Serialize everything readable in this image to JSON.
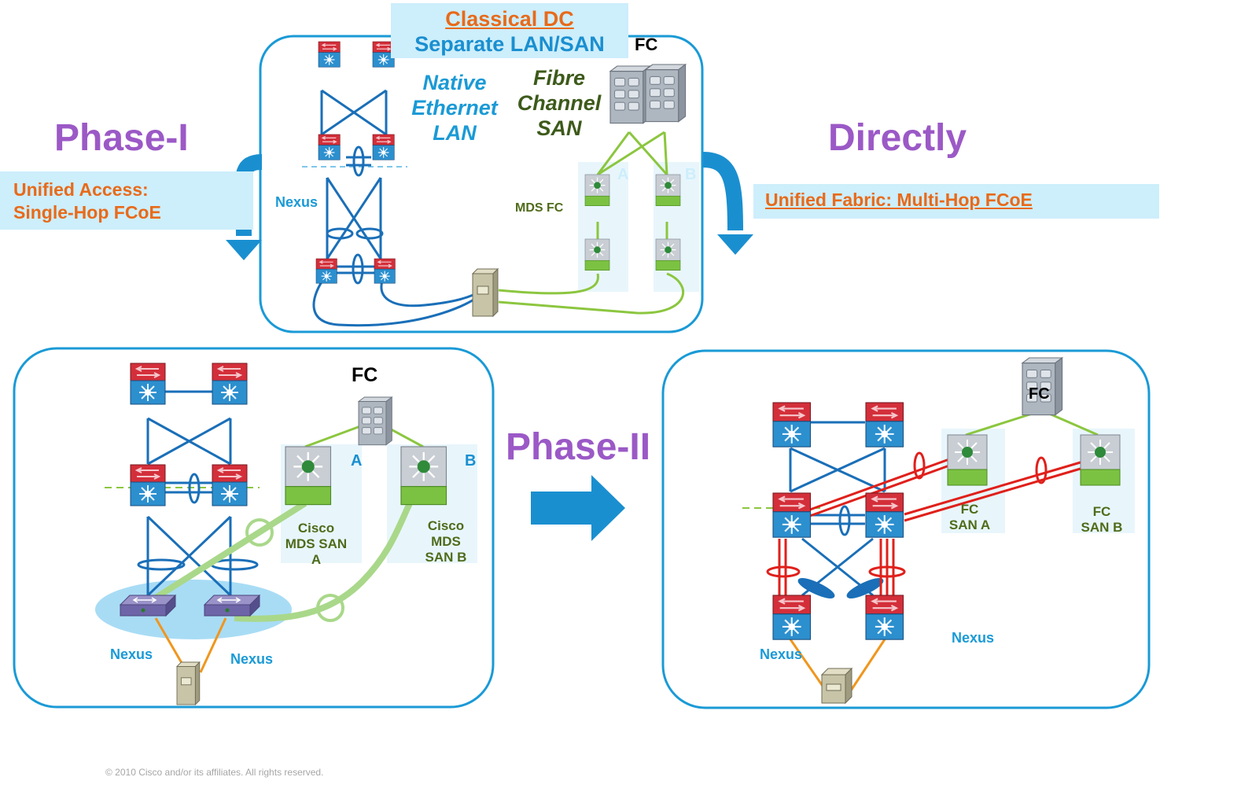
{
  "header": {
    "title_line1": "Classical DC",
    "title_line2": "Separate LAN/SAN"
  },
  "top_panel": {
    "fc_label": "FC",
    "lan_label": [
      "Native",
      "Ethernet",
      "LAN"
    ],
    "san_label": [
      "Fibre",
      "Channel",
      "SAN"
    ],
    "nexus_label": "Nexus",
    "mds_label": "MDS FC",
    "fabric_a": "A",
    "fabric_b": "B"
  },
  "phase1": {
    "title": "Phase-I",
    "subtitle_line1": "Unified Access:",
    "subtitle_line2": "Single-Hop FCoE"
  },
  "directly": {
    "title": "Directly",
    "subtitle": "Unified Fabric: Multi-Hop FCoE"
  },
  "left_panel": {
    "fc_label": "FC",
    "fabric_a": "A",
    "fabric_b": "B",
    "san_a_label": [
      "Cisco",
      "MDS SAN",
      "A"
    ],
    "san_b_label": [
      "Cisco",
      "MDS",
      "SAN B"
    ],
    "nexus_left": "Nexus",
    "nexus_right": "Nexus"
  },
  "phase2": {
    "title": "Phase-II"
  },
  "right_panel": {
    "fc_label": "FC",
    "san_a_label": [
      "FC",
      "SAN A"
    ],
    "san_b_label": [
      "FC",
      "SAN B"
    ],
    "nexus_left": "Nexus",
    "nexus_right": "Nexus"
  },
  "footer": {
    "copyright": "© 2010 Cisco and/or its affiliates. All rights reserved."
  },
  "colors": {
    "panel_border": "#1a9ad6",
    "arrow_blue": "#1a8fd0",
    "ethernet_link": "#1a6fb8",
    "fc_link": "#8cc63f",
    "fcoe_link": "#e0201b",
    "server_link": "#f0961e",
    "phase_purple": "#9b59c6",
    "accent_orange": "#e86a1a",
    "highlight_band": "#cdeefb"
  }
}
